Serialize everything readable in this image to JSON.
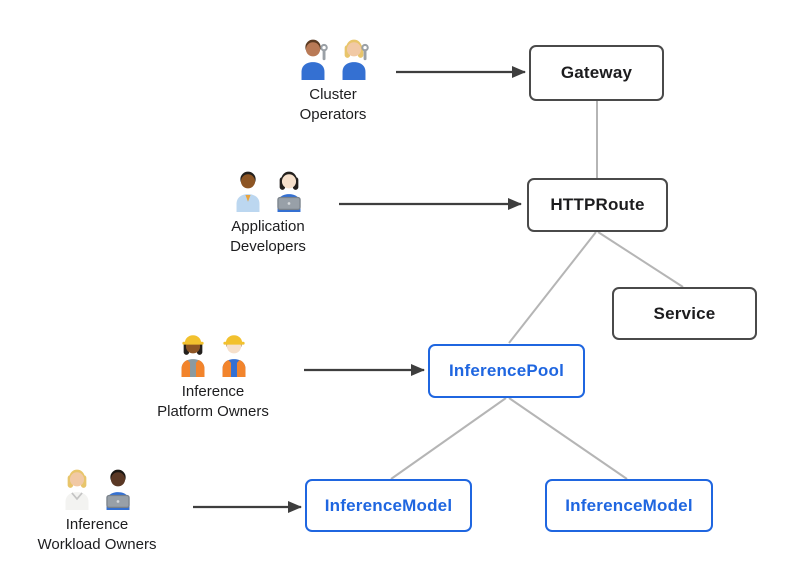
{
  "diagram": {
    "background": "#ffffff",
    "colors": {
      "node_border_dark": "#4a4a4a",
      "node_text_dark": "#1c1c1e",
      "node_blue": "#1f66e0",
      "connector_gray": "#b5b5b5",
      "arrow_dark": "#3e3e3e"
    },
    "nodes": [
      {
        "id": "gateway",
        "label": "Gateway",
        "style": "dark"
      },
      {
        "id": "httproute",
        "label": "HTTPRoute",
        "style": "dark"
      },
      {
        "id": "service",
        "label": "Service",
        "style": "dark"
      },
      {
        "id": "inferencepool",
        "label": "InferencePool",
        "style": "blue"
      },
      {
        "id": "inferencemodel-left",
        "label": "InferenceModel",
        "style": "blue"
      },
      {
        "id": "inferencemodel-right",
        "label": "InferenceModel",
        "style": "blue"
      }
    ],
    "edges": [
      {
        "from": "Gateway",
        "to": "HTTPRoute"
      },
      {
        "from": "HTTPRoute",
        "to": "InferencePool"
      },
      {
        "from": "HTTPRoute",
        "to": "Service"
      },
      {
        "from": "InferencePool",
        "to": "InferenceModel (left)"
      },
      {
        "from": "InferencePool",
        "to": "InferenceModel (right)"
      }
    ],
    "actors": [
      {
        "label": "Cluster\nOperators",
        "points_to": "Gateway",
        "people": [
          {
            "icon": "man-mechanic-emoji",
            "skin": "#b97a56",
            "hair": "#5b3a21",
            "shirt": "#3470d2",
            "accessory": "wrench"
          },
          {
            "icon": "woman-mechanic-emoji",
            "skin": "#f1c9a5",
            "hair": "#e8c56b",
            "shirt": "#3470d2",
            "accessory": "wrench",
            "long_hair": true
          }
        ]
      },
      {
        "label": "Application\nDevelopers",
        "points_to": "HTTPRoute",
        "people": [
          {
            "icon": "man-office-worker-emoji",
            "skin": "#8d5524",
            "hair": "#23201d",
            "shirt": "#bcd7f0",
            "accessory": "tie",
            "tie": "#e8a33d"
          },
          {
            "icon": "woman-technologist-emoji",
            "skin": "#f6e0cb",
            "hair": "#23201d",
            "shirt": "#3470d2",
            "accessory": "laptop",
            "long_hair": true
          }
        ]
      },
      {
        "label": "Inference\nPlatform Owners",
        "points_to": "InferencePool",
        "people": [
          {
            "icon": "woman-construction-worker-emoji",
            "skin": "#8d5524",
            "hair": "#23201d",
            "shirt": "#8a9aa0",
            "hat": "#f2c12e",
            "vest": "#f2842c",
            "long_hair": true
          },
          {
            "icon": "man-construction-worker-emoji",
            "skin": "#f6e0cb",
            "hair": "#a7702f",
            "shirt": "#3470d2",
            "hat": "#f2c12e",
            "vest": "#f2842c"
          }
        ]
      },
      {
        "label": "Inference\nWorkload Owners",
        "points_to": "InferenceModel (left)",
        "people": [
          {
            "icon": "woman-health-worker-emoji",
            "skin": "#f1c9a5",
            "hair": "#e8c56b",
            "shirt": "#f3f3f1",
            "accessory": "coat",
            "long_hair": true
          },
          {
            "icon": "man-technologist-emoji",
            "skin": "#5a3825",
            "hair": "#1b1713",
            "shirt": "#3470d2",
            "accessory": "laptop"
          }
        ]
      }
    ]
  }
}
